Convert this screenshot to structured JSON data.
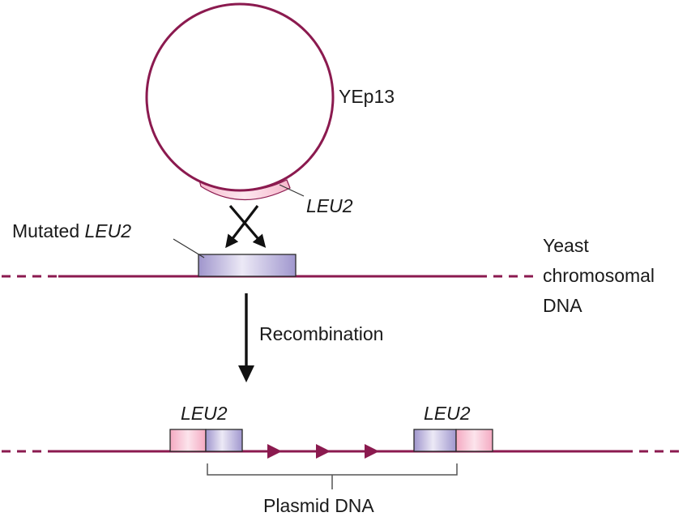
{
  "plasmid": {
    "label": "YEp13"
  },
  "plasmid_gene": {
    "label": "LEU2"
  },
  "mutated_gene": {
    "prefix": "Mutated ",
    "gene": "LEU2"
  },
  "chromosome": {
    "line1": "Yeast",
    "line2": "chromosomal",
    "line3": "DNA"
  },
  "process": {
    "label": "Recombination"
  },
  "result": {
    "left_gene": "LEU2",
    "right_gene": "LEU2",
    "bracket_label": "Plasmid DNA"
  },
  "colors": {
    "dna": "#8b1a4f",
    "plasmid_stroke": "#8b1a4f",
    "pink_segment": "#f6b8cc",
    "purple_segment": "#b0a7d6",
    "arrow": "#111111",
    "bracket": "#555555"
  }
}
